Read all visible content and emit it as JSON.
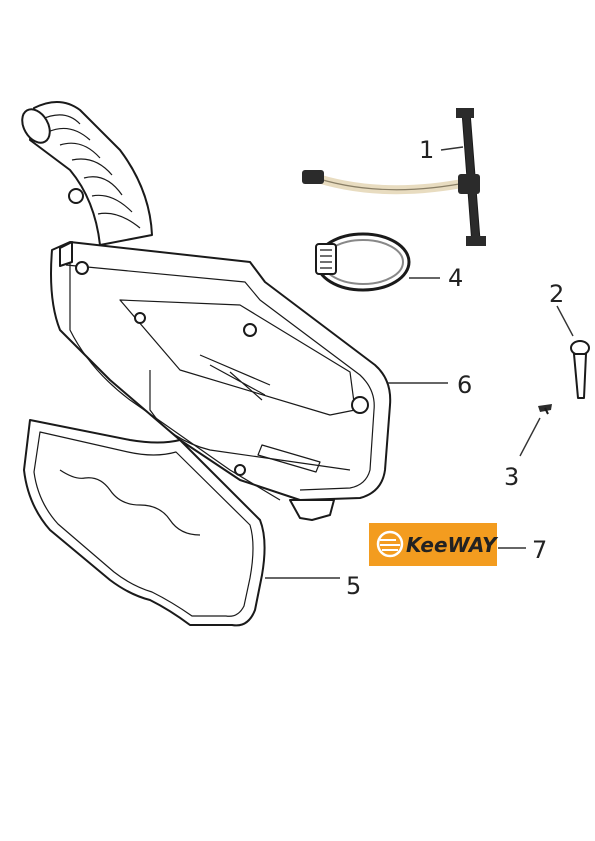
{
  "callouts": [
    {
      "id": "1",
      "label": "1"
    },
    {
      "id": "2",
      "label": "2"
    },
    {
      "id": "3",
      "label": "3"
    },
    {
      "id": "4",
      "label": "4"
    },
    {
      "id": "5",
      "label": "5"
    },
    {
      "id": "6",
      "label": "6"
    },
    {
      "id": "7",
      "label": "7"
    }
  ],
  "logo": {
    "text": "KeeWAY",
    "background": "#f39c1f"
  },
  "colors": {
    "line": "#1a1a1a",
    "hose_tint": "#e8dcc0",
    "hose_dark": "#2b2b2b"
  },
  "icons": [
    "air-filter-housing",
    "intake-boot",
    "filter-element",
    "drain-hose",
    "hose-clamp",
    "screw",
    "clip",
    "brand-logo"
  ]
}
